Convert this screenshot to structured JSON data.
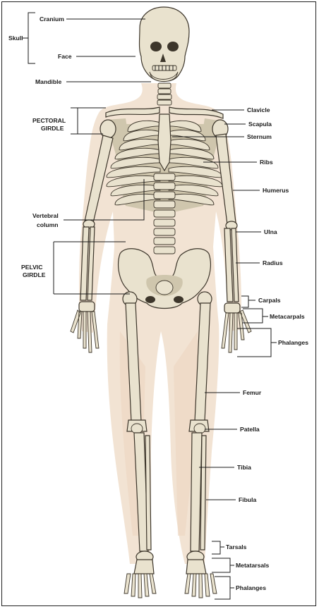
{
  "labels": {
    "skull": "Skull",
    "cranium": "Cranium",
    "face": "Face",
    "mandible": "Mandible",
    "pectoral_girdle_1": "PECTORAL",
    "pectoral_girdle_2": "GIRDLE",
    "clavicle": "Clavicle",
    "scapula": "Scapula",
    "sternum": "Sternum",
    "ribs": "Ribs",
    "humerus": "Humerus",
    "vertebral_column_1": "Vertebral",
    "vertebral_column_2": "column",
    "ulna": "Ulna",
    "pelvic_girdle_1": "PELVIC",
    "pelvic_girdle_2": "GIRDLE",
    "radius": "Radius",
    "carpals": "Carpals",
    "metacarpals": "Metacarpals",
    "phalanges_hand": "Phalanges",
    "femur": "Femur",
    "patella": "Patella",
    "tibia": "Tibia",
    "fibula": "Fibula",
    "tarsals": "Tarsals",
    "metatarsals": "Metatarsals",
    "phalanges_foot": "Phalanges"
  },
  "colors": {
    "bone": "#e9e2ce",
    "outline": "#3d362b",
    "skin": "#f2e3d3"
  }
}
